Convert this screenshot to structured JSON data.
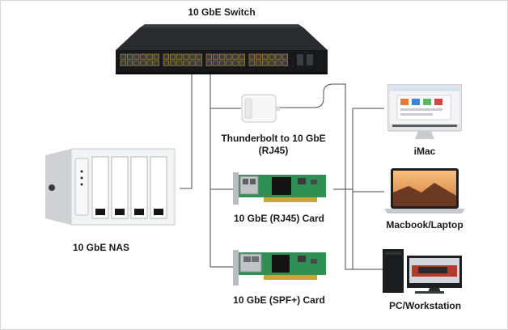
{
  "switch": {
    "label": "10 GbE Switch"
  },
  "nas": {
    "label": "10 GbE NAS"
  },
  "adapter": {
    "label_line1": "Thunderbolt to 10 GbE",
    "label_line2": "(RJ45)"
  },
  "rj45_card": {
    "label": "10 GbE (RJ45) Card"
  },
  "sfp_card": {
    "label": "10 GbE (SPF+) Card"
  },
  "imac": {
    "label": "iMac"
  },
  "laptop": {
    "label": "Macbook/Laptop"
  },
  "workstation": {
    "label": "PC/Workstation"
  },
  "colors": {
    "wire": "#4a4a4a",
    "pcb": "#2f8f55",
    "bracket": "#b9bcc0",
    "device_black": "#1e1f22"
  }
}
